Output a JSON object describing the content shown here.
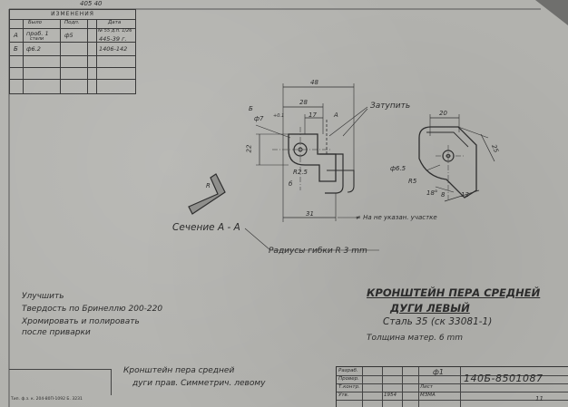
{
  "revision_table": {
    "header": "ИЗМЕНЕНИЯ",
    "columns": [
      "",
      "Было",
      "Подп.",
      "",
      "Дата"
    ],
    "rows": [
      {
        "mark": "А",
        "was": "проб. 1",
        "was_note": "стали",
        "size_note": "ф5",
        "doc": "№ 55 д.п. 1/26",
        "date": "445-39 г."
      },
      {
        "mark": "Б",
        "was": "ф6.2",
        "was_note": "",
        "size_note": "",
        "doc": "",
        "date": "1406-142"
      }
    ],
    "corner_note": "405 40"
  },
  "dims": {
    "d48": "48",
    "d28": "28",
    "d17": "17",
    "dA_top": "А",
    "d7": "ф7",
    "d7tol": "+0.1",
    "dB": "Б",
    "d22": "22",
    "dR25": "R2.5",
    "d31": "31",
    "d20": "20",
    "d25": "25",
    "d65": "ф6.5",
    "dR5": "R5",
    "d18": "18°",
    "d8": "8",
    "d12": "12",
    "dB2": "б"
  },
  "notes": {
    "zatupit": "Затупить",
    "not_specified": "≠ На не указан. участке",
    "section": "Сечение А - А",
    "section_R": "R",
    "bend_radii": "Радиусы гибки R 3 mm",
    "improve": "Улучшить",
    "hardness": "Твердость по Бринеллю 200-220",
    "chrome": "Хромировать и полировать",
    "after_weld": "после приварки",
    "bottom_note_1": "Кронштейн пера средней",
    "bottom_note_2": "дуги прав. Симметрич. левому"
  },
  "title": {
    "name_line1": "КРОНШТЕЙН ПЕРА СРЕДНЕЙ",
    "name_line2": "ДУГИ ЛЕВЫЙ",
    "material": "Сталь 35 (ск 33081-1)",
    "thickness": "Толщина матер. 6 mm"
  },
  "title_block": {
    "role_1": "Разраб.",
    "role_2": "Провер.",
    "role_3": "Т.контр.",
    "role_4": "Утв.",
    "format": "Лист",
    "doc_number": "140Б-8501087",
    "plant": "МЗМА",
    "year": "1954",
    "mass_label": "ф1"
  },
  "stamp": "Тип. ф.з. к. 204-80П-1092 Б. 3231",
  "sheet_mark": "11"
}
